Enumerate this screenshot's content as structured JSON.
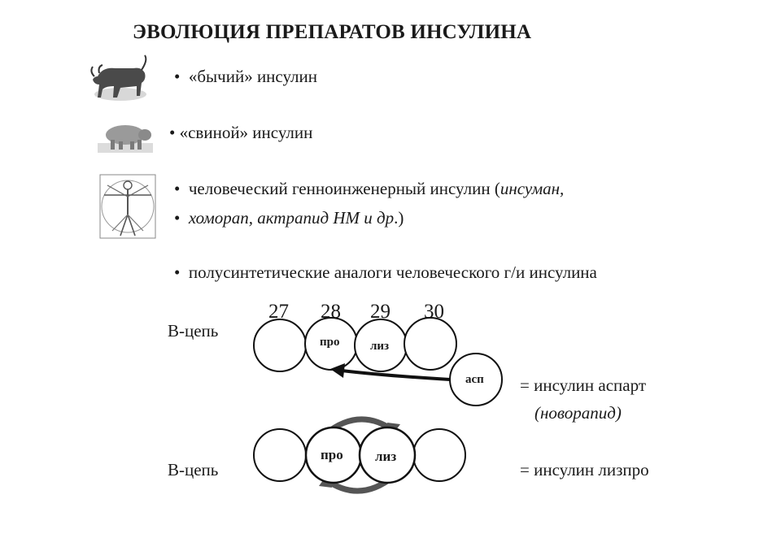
{
  "title": "ЭВОЛЮЦИЯ ПРЕПАРАТОВ ИНСУЛИНА",
  "bullet_symbol": "•",
  "items": {
    "bovine": "«бычий» инсулин",
    "porcine": "«свиной» инсулин",
    "human_line1_plain": "человеческий генноинженерный инсулин (",
    "human_line1_italic": "инсуман,",
    "human_line2_italic": "хоморап, актрапид НМ и др",
    "human_line2_plain": ".)",
    "analogs": "полусинтетические аналоги человеческого г/и инсулина"
  },
  "icons": {
    "bovine": "bull-icon",
    "porcine": "pig-icon",
    "human": "vitruvian-man-icon"
  },
  "diagram_top": {
    "chain_label": "В-цепь",
    "positions": [
      "27",
      "28",
      "29",
      "30"
    ],
    "circle_labels": [
      "",
      "про",
      "лиз",
      ""
    ],
    "substituent": "асп",
    "result": "= инсулин аспарт",
    "result_note": "(новорапид)"
  },
  "diagram_bottom": {
    "chain_label": "В-цепь",
    "circle_labels": [
      "",
      "про",
      "лиз",
      ""
    ],
    "result": "= инсулин лизпро"
  }
}
